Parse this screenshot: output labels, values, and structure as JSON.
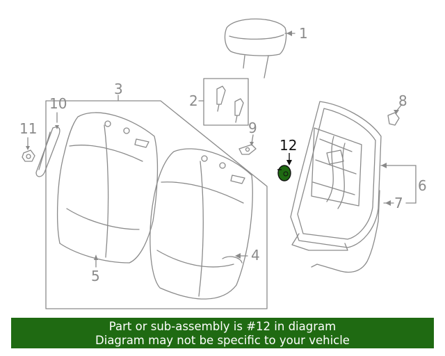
{
  "colors": {
    "line": "#8a8a8a",
    "highlight": "#111111",
    "part_fill": "#1f6a12",
    "banner_bg": "#1f6a12",
    "banner_text": "#ffffff"
  },
  "callouts": {
    "c1": "1",
    "c2": "2",
    "c3": "3",
    "c4": "4",
    "c5": "5",
    "c6": "6",
    "c7": "7",
    "c8": "8",
    "c9": "9",
    "c10": "10",
    "c11": "11",
    "c12": "12"
  },
  "banner": {
    "line1": "Part or sub-assembly is #12 in diagram",
    "line2": "Diagram may not be specific to your vehicle"
  }
}
